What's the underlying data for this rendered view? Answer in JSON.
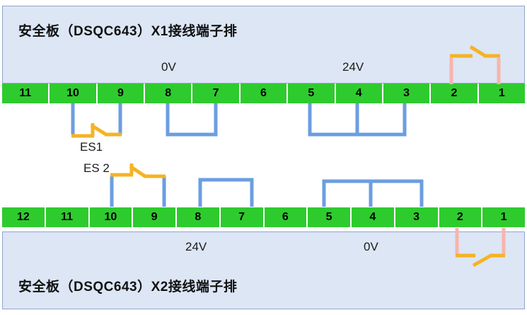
{
  "diagram": {
    "top_panel": {
      "title": "安全板（DSQC643）X1接线端子排",
      "labels": {
        "zero_volt": "0V",
        "twentyfour_volt": "24V"
      }
    },
    "bottom_panel": {
      "title": "安全板（DSQC643）X2接线端子排",
      "labels": {
        "twentyfour_volt": "24V",
        "zero_volt": "0V"
      }
    },
    "strip_x1": {
      "name": "X1",
      "terminals": [
        "11",
        "10",
        "9",
        "8",
        "7",
        "6",
        "5",
        "4",
        "3",
        "2",
        "1"
      ]
    },
    "strip_x2": {
      "name": "X2",
      "terminals": [
        "12",
        "11",
        "10",
        "9",
        "8",
        "7",
        "6",
        "5",
        "4",
        "3",
        "2",
        "1"
      ]
    },
    "switches": {
      "es1": "ES1",
      "es2": "ES 2"
    },
    "colors": {
      "terminal_green": "#2ecb2e",
      "panel_blue": "#dce6f5",
      "panel_border": "#8ea7cc",
      "wire_blue": "#6b9ee0",
      "wire_orange": "#f5b323",
      "wire_pink": "#f8b4ac",
      "text": "#1b1b1b"
    }
  }
}
